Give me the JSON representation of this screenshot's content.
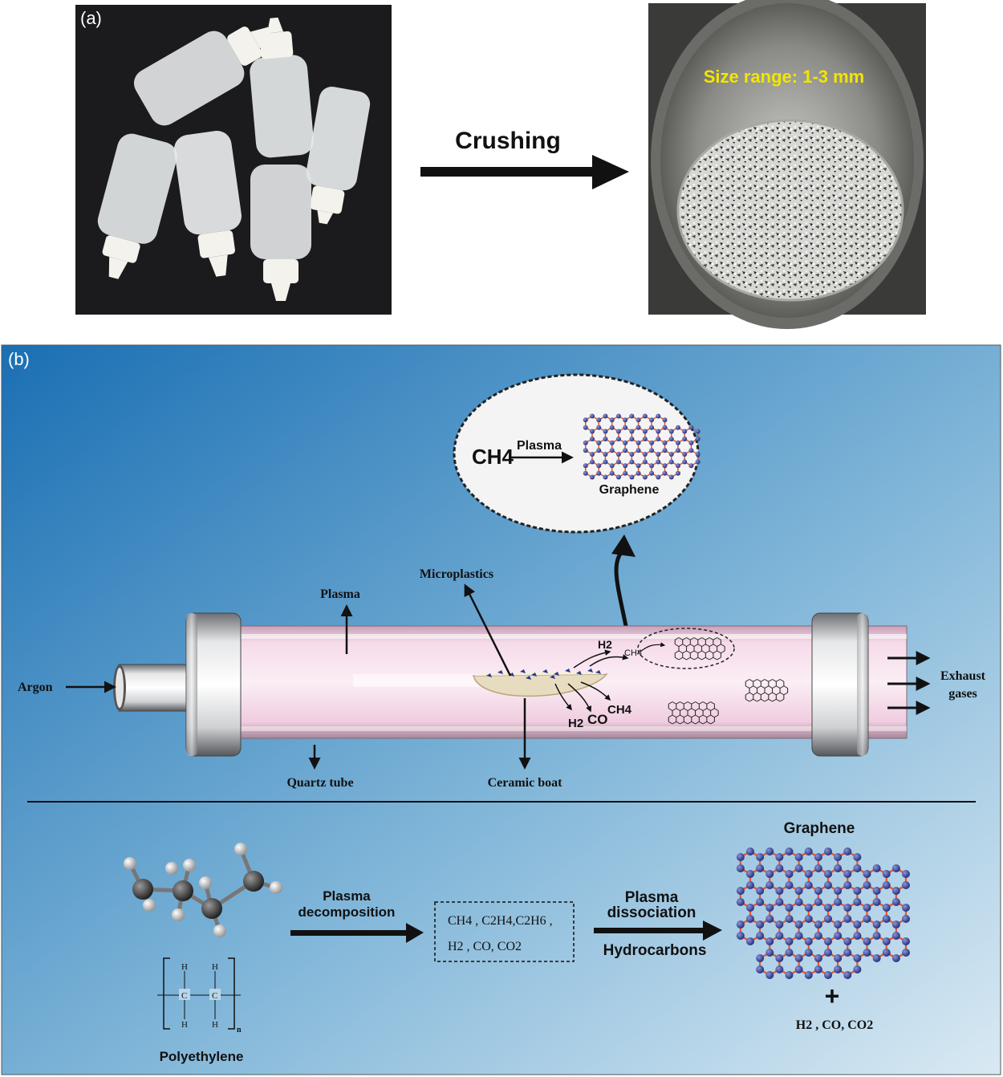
{
  "panel_a": {
    "label": "(a)",
    "arrow_label": "Crushing",
    "size_label": "Size range: 1-3 mm"
  },
  "panel_b": {
    "label": "(b)",
    "inset": {
      "reactant": "CH4",
      "arrow_label": "Plasma",
      "product": "Graphene"
    },
    "reactor": {
      "argon": "Argon",
      "plasma": "Plasma",
      "microplastics": "Microplastics",
      "quartz_tube": "Quartz tube",
      "ceramic_boat": "Ceramic boat",
      "exhaust_line1": "Exhaust",
      "exhaust_line2": "gases",
      "gas_h2": "H2",
      "gas_ch4_upper": "CH4",
      "gas_h2_lower": "H2",
      "gas_co": "CO",
      "gas_ch4_lower": "CH4"
    },
    "scheme": {
      "polymer_name": "Polyethylene",
      "step1_line1": "Plasma",
      "step1_line2": "decomposition",
      "intermediates_line1": "CH4 , C2H4,C2H6 ,",
      "intermediates_line2": "H2 , CO, CO2",
      "step2_line1": "Plasma",
      "step2_line2": "dissociation",
      "step2_line3": "Hydrocarbons",
      "product_title": "Graphene",
      "plus": "+",
      "byproducts": "H2 , CO, CO2",
      "formula_h": "H",
      "formula_c": "C",
      "formula_n": "n"
    }
  },
  "colors": {
    "panel_b_top": "#1a6fb3",
    "panel_b_bottom": "#d9e9f3",
    "plasma_pink": "#f2cfe0",
    "size_label": "#f2e600",
    "atom_blue": "#2b3a8f",
    "bond_orange": "#e8542a"
  },
  "icons": [
    "bottle-icon",
    "petri-dish-icon",
    "graphene-lattice-icon",
    "molecule-icon"
  ]
}
